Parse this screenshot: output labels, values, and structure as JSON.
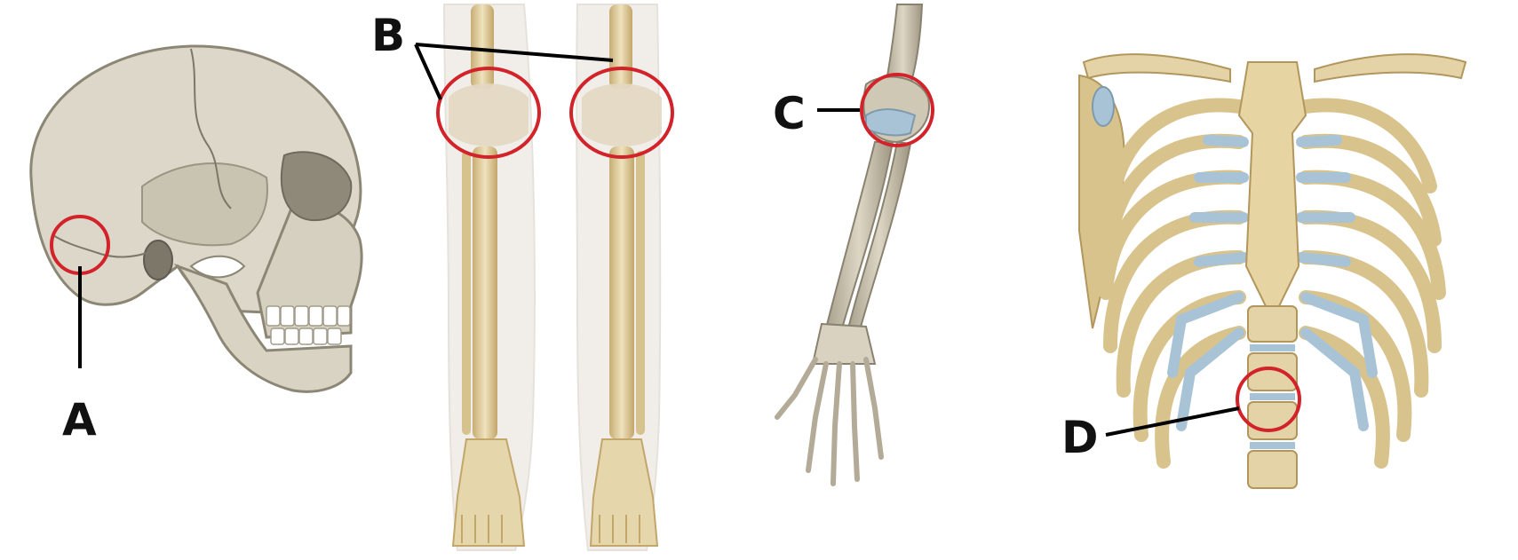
{
  "labels": {
    "a": "A",
    "b": "B",
    "c": "C",
    "d": "D"
  },
  "colors": {
    "bone": "#e3d3a6",
    "bone_shade": "#c9b27c",
    "skull": "#dcd7c9",
    "cartilage": "#a9c3d6",
    "highlight_circle": "#d2232a",
    "leader_line": "#000000"
  },
  "icons": [
    "skull-illustration",
    "legs-illustration",
    "arm-illustration",
    "ribcage-illustration"
  ]
}
